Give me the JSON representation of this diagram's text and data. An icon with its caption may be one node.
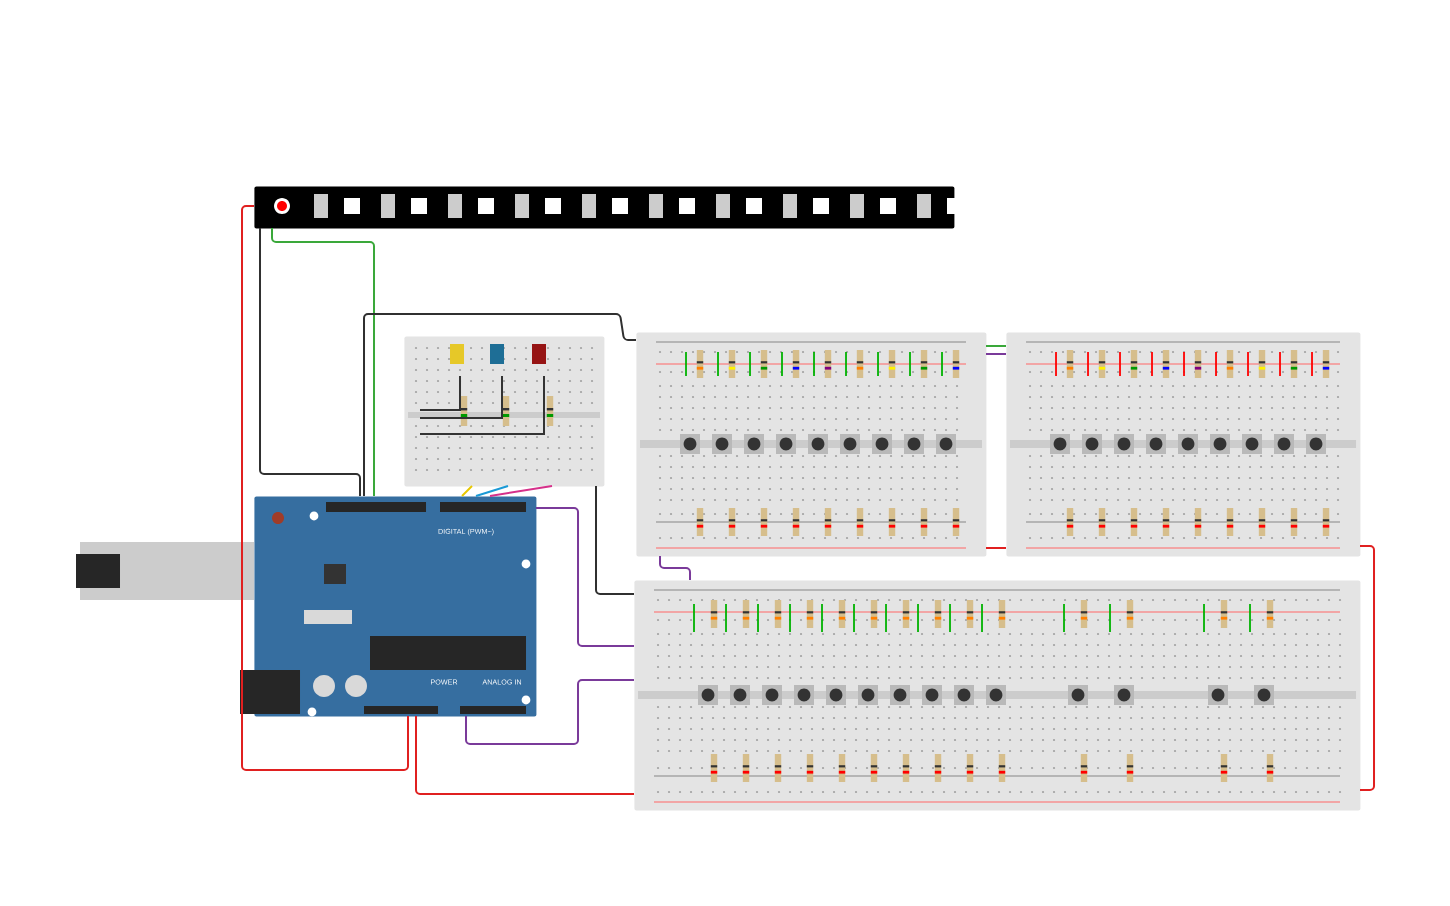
{
  "diagram": {
    "nodes": [
      {
        "text": [],
        "shape": "picture"
      },
      {
        "text": [],
        "shape": "picture"
      },
      {
        "text": [],
        "shape": "picture"
      },
      {
        "text": [],
        "shape": "picture"
      },
      {
        "text": [],
        "shape": "picture"
      },
      {
        "text": [],
        "shape": "picture"
      }
    ],
    "edges": [
      {
        "from": 0,
        "to": 2,
        "arrow": "none",
        "color": "#e02020"
      },
      {
        "from": 0,
        "to": 2,
        "arrow": "none",
        "color": "#303030"
      },
      {
        "from": 0,
        "to": 2,
        "arrow": "none",
        "color": "#3aa83a"
      },
      {
        "from": 2,
        "to": 3,
        "arrow": "none",
        "color": "#303030"
      },
      {
        "from": 1,
        "to": 2,
        "arrow": "none",
        "color": "#e8c800"
      },
      {
        "from": 1,
        "to": 2,
        "arrow": "none",
        "color": "#1a9ad6"
      },
      {
        "from": 1,
        "to": 2,
        "arrow": "none",
        "color": "#d6308a"
      },
      {
        "from": 1,
        "to": 5,
        "arrow": "none",
        "color": "#303030"
      },
      {
        "from": 2,
        "to": 5,
        "arrow": "none",
        "color": "#e02020"
      },
      {
        "from": 2,
        "to": 5,
        "arrow": "none",
        "color": "#7a3a9a"
      },
      {
        "from": 2,
        "to": 5,
        "arrow": "none",
        "color": "#7a3a9a"
      },
      {
        "from": 3,
        "to": 5,
        "arrow": "none",
        "color": "#7a3a9a"
      },
      {
        "from": 3,
        "to": 4,
        "arrow": "none",
        "color": "#3aa83a"
      },
      {
        "from": 3,
        "to": 4,
        "arrow": "none",
        "color": "#7a3a9a"
      },
      {
        "from": 3,
        "to": 4,
        "arrow": "none",
        "color": "#e02020"
      },
      {
        "from": 4,
        "to": 5,
        "arrow": "none",
        "color": "#e02020"
      }
    ],
    "labels": [
      "DIGITAL (PWM~)",
      "POWER",
      "ANALOG IN"
    ]
  }
}
